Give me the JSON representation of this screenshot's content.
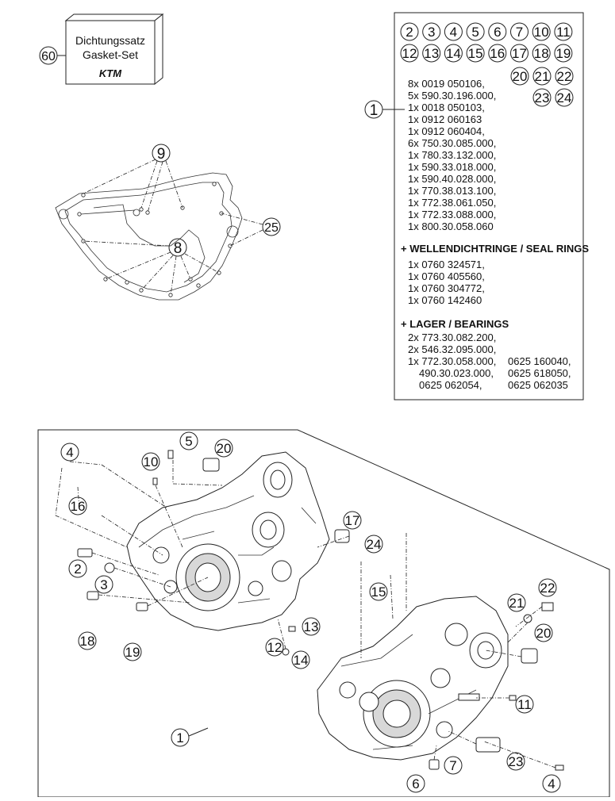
{
  "gasket_set": {
    "callout": "60",
    "line1": "Dichtungssatz",
    "line2": "Gasket-Set",
    "brand": "KTM"
  },
  "kit_box": {
    "numbers_row1": [
      "2",
      "3",
      "4",
      "5",
      "6",
      "7",
      "10",
      "11"
    ],
    "numbers_row2": [
      "12",
      "13",
      "14",
      "15",
      "16",
      "17",
      "18",
      "19"
    ],
    "numbers_row3": [
      "20",
      "21",
      "22"
    ],
    "numbers_row4": [
      "23",
      "24"
    ],
    "callout": "1",
    "parts": [
      "8x 0019 050106,",
      "5x 590.30.196.000,",
      "1x 0018 050103,",
      "1x 0912 060163",
      "1x 0912 060404,",
      "6x 750.30.085.000,",
      "1x 780.33.132.000,",
      "1x 590.33.018.000,",
      "1x 590.40.028.000,",
      "1x 770.38.013.100,",
      "1x 772.38.061.050,",
      "1x 772.33.088.000,",
      "1x 800.30.058.060"
    ],
    "seal_heading": "+ WELLENDICHTRINGE / SEAL RINGS",
    "seals": [
      "1x 0760 324571,",
      "1x 0760 405560,",
      "1x 0760 304772,",
      "1x 0760 142460"
    ],
    "bearing_heading": "+ LAGER / BEARINGS",
    "bearings_left": [
      "2x 773.30.082.200,",
      "2x 546.32.095.000,",
      "1x 772.30.058.000,",
      "490.30.023.000,",
      "0625 062054,"
    ],
    "bearings_right": [
      "0625 160040,",
      "0625 618050,",
      "0625 062035"
    ]
  },
  "gasket_callouts": {
    "dowels_top": "9",
    "dowels_mid": "8",
    "studs_right": "25"
  },
  "crankcase_callouts": {
    "c4a": "4",
    "c5": "5",
    "c20a": "20",
    "c10": "10",
    "c16": "16",
    "c17": "17",
    "c2": "2",
    "c3": "3",
    "c24": "24",
    "c15": "15",
    "c21": "21",
    "c22": "22",
    "c20b": "20",
    "c13": "13",
    "c12": "12",
    "c14": "14",
    "c18": "18",
    "c19": "19",
    "c11": "11",
    "c1": "1",
    "c7": "7",
    "c23": "23",
    "c6": "6",
    "c4b": "4"
  }
}
